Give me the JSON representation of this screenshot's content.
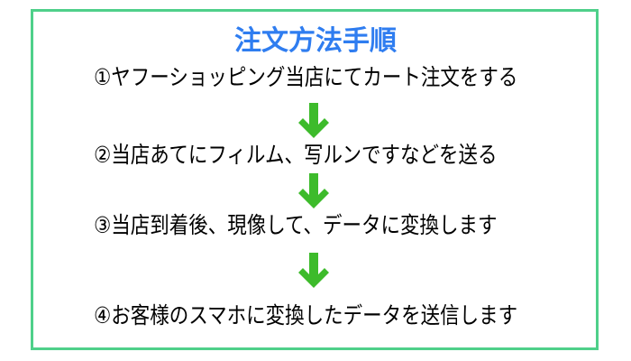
{
  "title": "注文方法手順",
  "steps": [
    "①ヤフーショッピング当店にてカート注文をする",
    "②当店あてにフィルム、写ルンですなどを送る",
    "③当店到着後、現像して、データに変換します",
    "④お客様のスマホに変換したデータを送信します"
  ],
  "colors": {
    "border": "#4fd08a",
    "title": "#2f7df0",
    "arrow": "#3dbb2b"
  }
}
